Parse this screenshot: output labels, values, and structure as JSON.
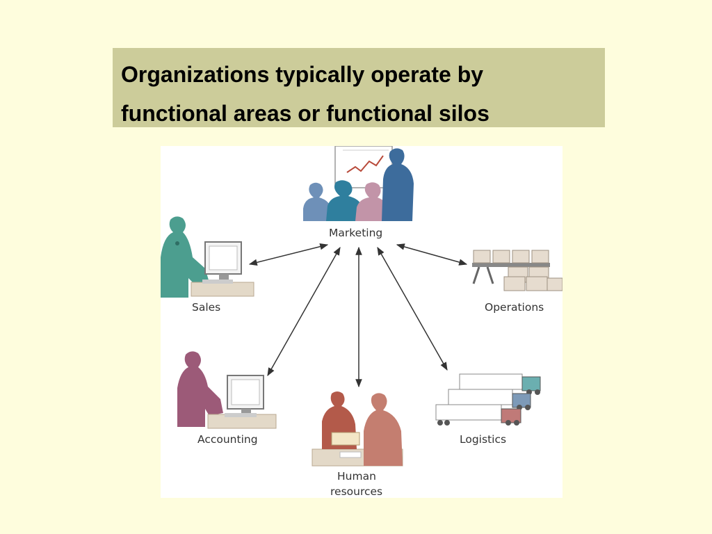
{
  "slide": {
    "title_line1": "Organizations typically operate by",
    "title_line2": "functional areas or functional silos"
  },
  "diagram": {
    "center": "Marketing",
    "nodes": {
      "sales": "Sales",
      "operations": "Operations",
      "accounting": "Accounting",
      "logistics": "Logistics",
      "hr_line1": "Human",
      "hr_line2": "resources"
    },
    "colors": {
      "marketing_people": [
        "#6E90B8",
        "#2F7F9E",
        "#C294A8",
        "#3D6C9C"
      ],
      "sales_person": "#4C9E8F",
      "accounting_person": "#9C5A78",
      "hr_people": [
        "#B35A4A",
        "#C47E70"
      ],
      "arrow": "#333333"
    }
  }
}
